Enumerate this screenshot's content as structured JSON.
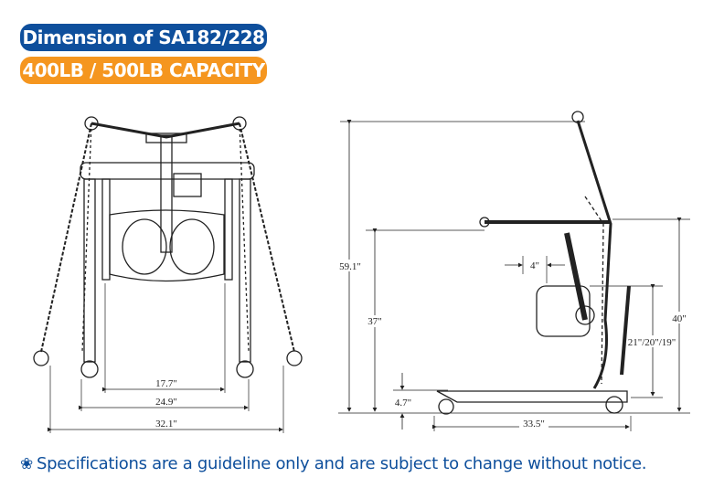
{
  "header": {
    "title": "Dimension of SA182/228",
    "capacity": "400LB / 500LB CAPACITY"
  },
  "front_view": {
    "dims": {
      "inner_width": "17.7\"",
      "mid_width": "24.9\"",
      "outer_width": "32.1\""
    }
  },
  "side_view": {
    "dims": {
      "max_height": "59.1\"",
      "min_height": "37\"",
      "offset": "4\"",
      "handle_height": "40\"",
      "pad_height": "21\"/20\"/19\"",
      "base_clearance": "4.7\"",
      "base_length": "33.5\""
    }
  },
  "footer": {
    "icon": "flower-icon",
    "note": "Specifications are a guideline only and are subject to change without notice."
  },
  "colors": {
    "blue": "#0e4f9c",
    "orange": "#f5961f"
  }
}
